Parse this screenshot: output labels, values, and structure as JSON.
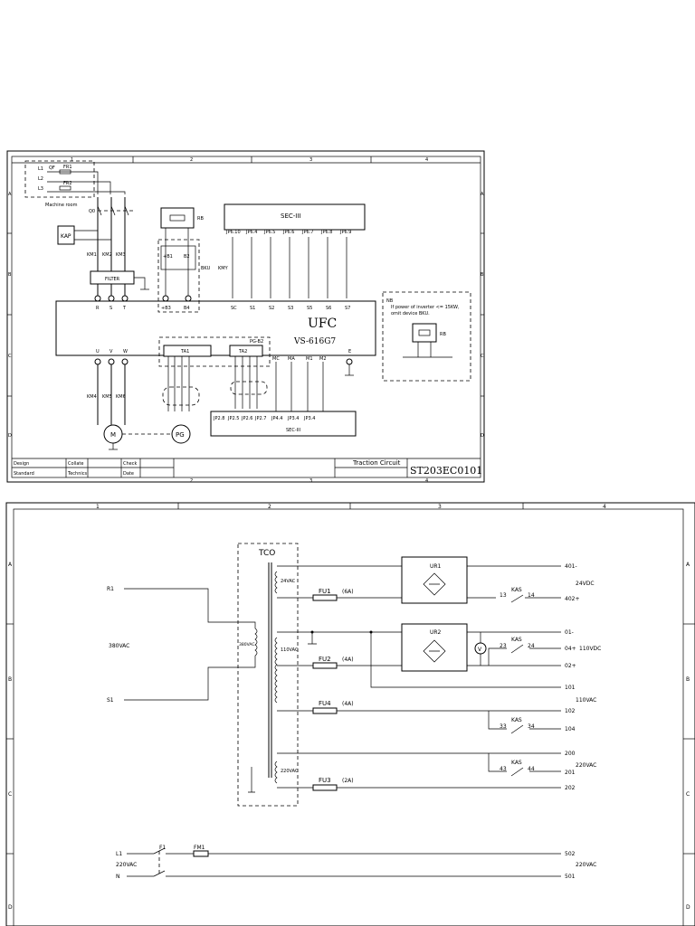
{
  "sheet1": {
    "title_block": {
      "design": "Design",
      "collate": "Collate",
      "check": "Check",
      "standard": "Standard",
      "technics": "Technics",
      "date": "Date",
      "sheet_title": "Traction Circuit",
      "drawing_no": "ST203EC0101"
    },
    "columns": [
      "1",
      "2",
      "3",
      "4"
    ],
    "rows": [
      "A",
      "B",
      "C",
      "D"
    ],
    "supply": {
      "l1": "L1",
      "l2": "L2",
      "l3": "L3",
      "qf": "QF",
      "fr1": "FR1",
      "fr2": "FR2",
      "machine_room": "Machine room",
      "q0": "Q0"
    },
    "kap": "KAP",
    "contactors": {
      "km1": "KM1",
      "km2": "KM2",
      "km3": "KM3",
      "km4": "KM4",
      "km5": "KM5",
      "km6": "KM6",
      "kmy": "KMY"
    },
    "filter": "FILTER",
    "terminals_in": [
      "R",
      "S",
      "T"
    ],
    "terminals_out": [
      "U",
      "V",
      "W"
    ],
    "rb": "RB",
    "bku": "BKU",
    "bku_terms": [
      "+B1",
      "B2",
      "+B3",
      "B4"
    ],
    "sec1": {
      "label": "SEC-III",
      "pins": [
        "JP6.10",
        "JP6.4",
        "JP6.5",
        "JP6.6",
        "JP6.7",
        "JP6.8",
        "JP6.9"
      ]
    },
    "ufc_terms": [
      "SC",
      "S1",
      "S2",
      "S3",
      "S5",
      "S6",
      "S7"
    ],
    "ufc": {
      "name": "UFC",
      "model": "VS-616G7"
    },
    "note": {
      "mark": "NB",
      "text1": "If power of inverter <= 15KW,",
      "text2": "omit device BKU."
    },
    "pg": {
      "label": "PG-B2",
      "ta1": "TA1",
      "ta2": "TA2",
      "enc": "PG",
      "motor": "M"
    },
    "sec2": {
      "label": "SEC-III",
      "pins": [
        "JP2.8",
        "JP2.5",
        "JP2.6",
        "JP2.7",
        "JP4.4",
        "JP3.4",
        "JP3.4"
      ]
    },
    "mc_terms": [
      "MC",
      "MA",
      "M1",
      "M2"
    ],
    "e": "E"
  },
  "sheet2": {
    "columns": [
      "1",
      "2",
      "3",
      "4"
    ],
    "rows": [
      "A",
      "B",
      "C",
      "D"
    ],
    "tco": "TCO",
    "r1": "R1",
    "s1": "S1",
    "v380": "380VAC",
    "prim": "380VAC",
    "sec_24": "24VAC",
    "sec_110": "110VAC",
    "sec_220": "220VAC",
    "fu1": "FU1",
    "fu1_rating": "(6A)",
    "fu2": "FU2",
    "fu2_rating": "(4A)",
    "fu4": "FU4",
    "fu4_rating": "(4A)",
    "fu3": "FU3",
    "fu3_rating": "(2A)",
    "ur1": "UR1",
    "ur2": "UR2",
    "kas": "KAS",
    "kas_contacts": [
      "13",
      "14",
      "23",
      "24",
      "33",
      "34",
      "43",
      "44"
    ],
    "v_meter": "V",
    "outputs": {
      "o401": "401-",
      "o402": "402+",
      "v24dc": "24VDC",
      "o01": "01-",
      "o04": "04+",
      "o02": "02+",
      "v110dc": "110VDC",
      "o101": "101",
      "o102": "102",
      "v110ac": "110VAC",
      "o104": "104",
      "o200": "200",
      "o201": "201",
      "o202": "202",
      "v220ac": "220VAC",
      "o502": "502",
      "o501": "501",
      "v220ac2": "220VAC"
    },
    "bottom": {
      "l1": "L1",
      "n": "N",
      "f1": "F1",
      "fm1": "FM1",
      "v220": "220VAC"
    }
  }
}
